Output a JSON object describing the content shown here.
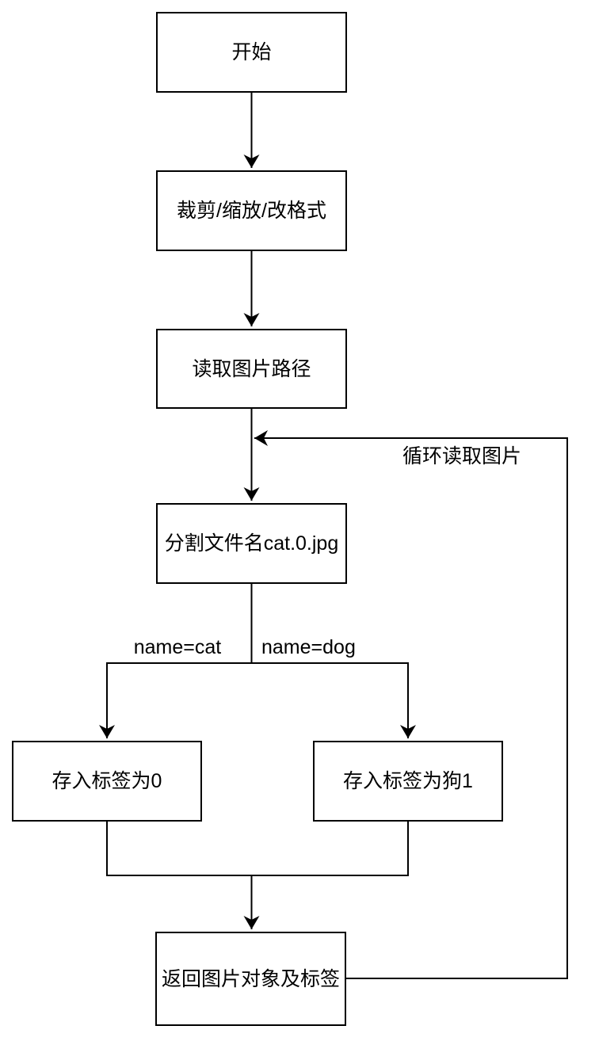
{
  "diagram": {
    "background_color": "#ffffff",
    "stroke_color": "#000000",
    "text_color": "#000000",
    "nodes": {
      "start": {
        "label": "开始"
      },
      "preprocess": {
        "label": "裁剪/缩放/改格式"
      },
      "read_path": {
        "label": "读取图片路径"
      },
      "split_name": {
        "label": "分割文件名cat.0.jpg"
      },
      "store_cat": {
        "label": "存入标签为0"
      },
      "store_dog": {
        "label": "存入标签为狗1"
      },
      "return_value": {
        "label": "返回图片对象及标签"
      }
    },
    "edge_labels": {
      "branch_cat": "name=cat",
      "branch_dog": "name=dog",
      "loop": "循环读取图片"
    }
  }
}
